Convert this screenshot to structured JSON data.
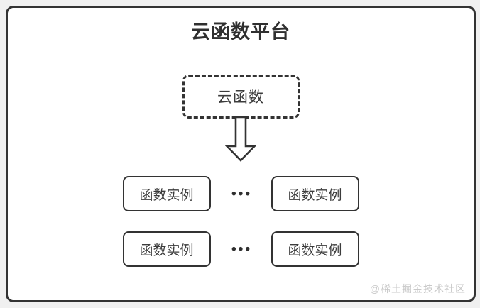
{
  "diagram": {
    "title": "云函数平台",
    "source_box": {
      "label": "云函数"
    },
    "rows": [
      {
        "left": "函数实例",
        "separator": "•••",
        "right": "函数实例"
      },
      {
        "left": "函数实例",
        "separator": "•••",
        "right": "函数实例"
      }
    ],
    "watermark": "@稀土掘金技术社区",
    "colors": {
      "ink": "#333333",
      "title_text": "#2f2f2f",
      "node_text": "#3c3c3c",
      "surface": "#ffffff",
      "page_background": "#f0f0f0",
      "watermark_text": "#c9c9c9"
    }
  }
}
